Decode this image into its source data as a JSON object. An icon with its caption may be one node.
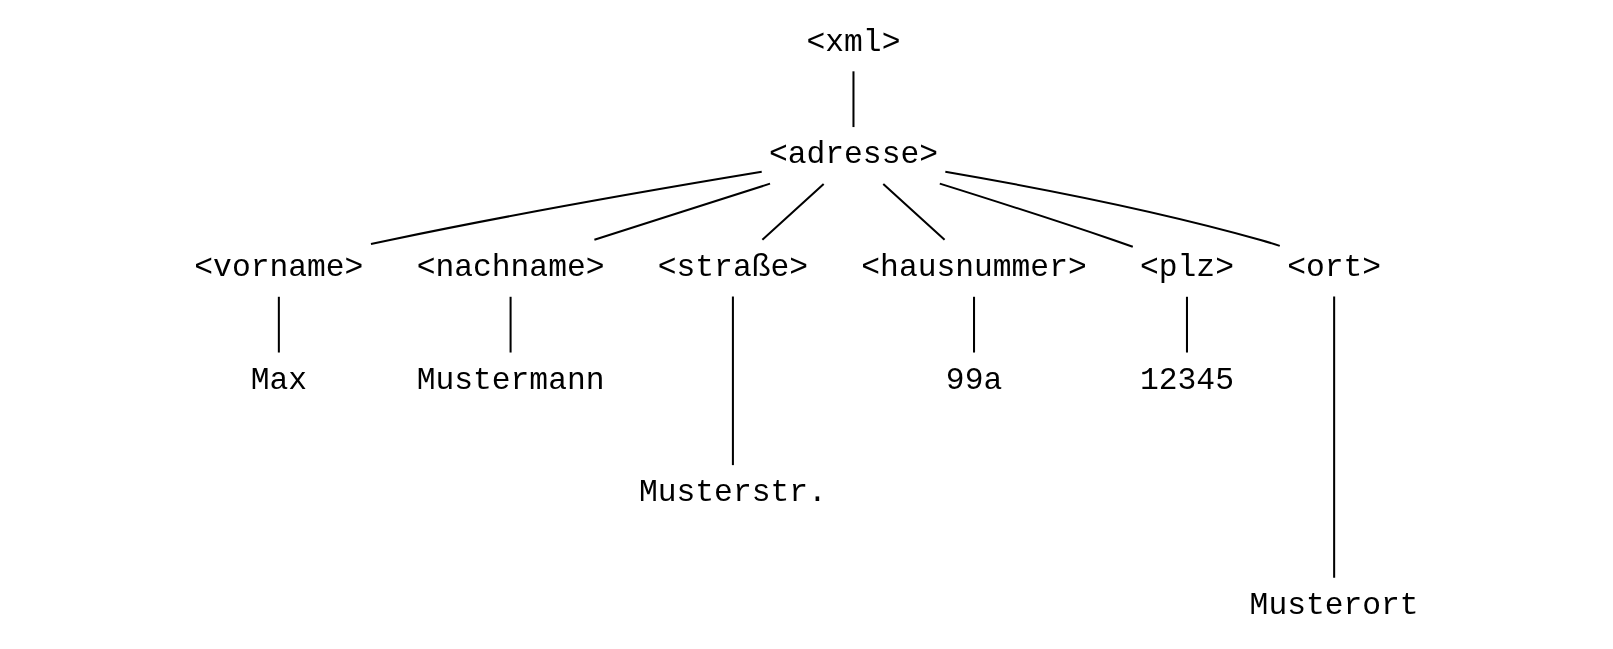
{
  "diagram": {
    "nodes": [
      {
        "text": [
          "<xml>"
        ]
      },
      {
        "text": [
          "<adresse>"
        ]
      },
      {
        "text": [
          "<vorname>"
        ]
      },
      {
        "text": [
          "<nachname>"
        ]
      },
      {
        "text": [
          "<straße>"
        ]
      },
      {
        "text": [
          "<hausnummer>"
        ]
      },
      {
        "text": [
          "<plz>"
        ]
      },
      {
        "text": [
          "<ort>"
        ]
      },
      {
        "text": [
          "Max"
        ]
      },
      {
        "text": [
          "Mustermann"
        ]
      },
      {
        "text": [
          "Musterstr."
        ]
      },
      {
        "text": [
          "99a"
        ]
      },
      {
        "text": [
          "12345"
        ]
      },
      {
        "text": [
          "Musterort"
        ]
      }
    ],
    "edges": [
      {
        "from": 0,
        "to": 1,
        "arrow": "none"
      },
      {
        "from": 1,
        "to": 2,
        "arrow": "none"
      },
      {
        "from": 1,
        "to": 3,
        "arrow": "none"
      },
      {
        "from": 1,
        "to": 4,
        "arrow": "none"
      },
      {
        "from": 1,
        "to": 5,
        "arrow": "none"
      },
      {
        "from": 1,
        "to": 6,
        "arrow": "none"
      },
      {
        "from": 1,
        "to": 7,
        "arrow": "none"
      },
      {
        "from": 2,
        "to": 8,
        "arrow": "none"
      },
      {
        "from": 3,
        "to": 9,
        "arrow": "none"
      },
      {
        "from": 4,
        "to": 10,
        "arrow": "none"
      },
      {
        "from": 5,
        "to": 11,
        "arrow": "none"
      },
      {
        "from": 6,
        "to": 12,
        "arrow": "none"
      },
      {
        "from": 7,
        "to": 13,
        "arrow": "none"
      }
    ]
  }
}
